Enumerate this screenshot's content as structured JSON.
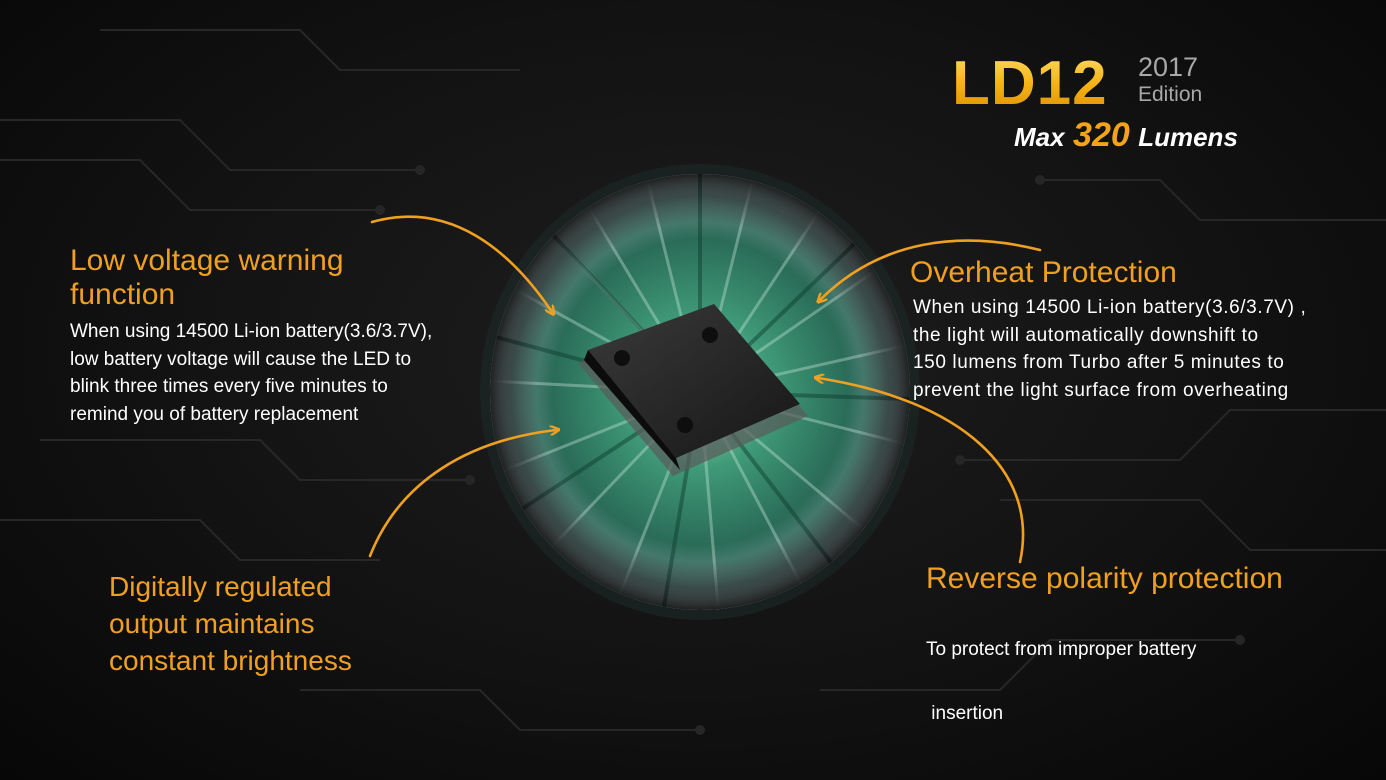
{
  "branding": {
    "model": "LD12",
    "year": "2017",
    "edition": "Edition",
    "max_word": "Max",
    "lumens_value": "320",
    "lumens_word": "Lumens"
  },
  "features": {
    "low_voltage": {
      "title_line1": "Low voltage warning",
      "title_line2": "function",
      "desc": [
        "When using 14500 Li-ion battery(3.6/3.7V),",
        "low battery voltage will cause the LED to",
        "blink three times every five minutes to",
        "remind you of battery replacement"
      ]
    },
    "digital": {
      "title": [
        "Digitally regulated",
        "output maintains",
        "constant brightness"
      ]
    },
    "overheat": {
      "title": "Overheat Protection",
      "desc": [
        "When using 14500 Li-ion battery(3.6/3.7V) ,",
        "the light will automatically downshift to",
        "150 lumens from Turbo after 5 minutes to",
        "prevent the light surface from overheating"
      ]
    },
    "reverse": {
      "title": "Reverse polarity protection",
      "desc": [
        "To protect from improper battery",
        " insertion"
      ]
    }
  },
  "colors": {
    "accent": "#f0a020",
    "background": "#111111",
    "text": "#ffffff",
    "muted": "#a8a8a8"
  }
}
